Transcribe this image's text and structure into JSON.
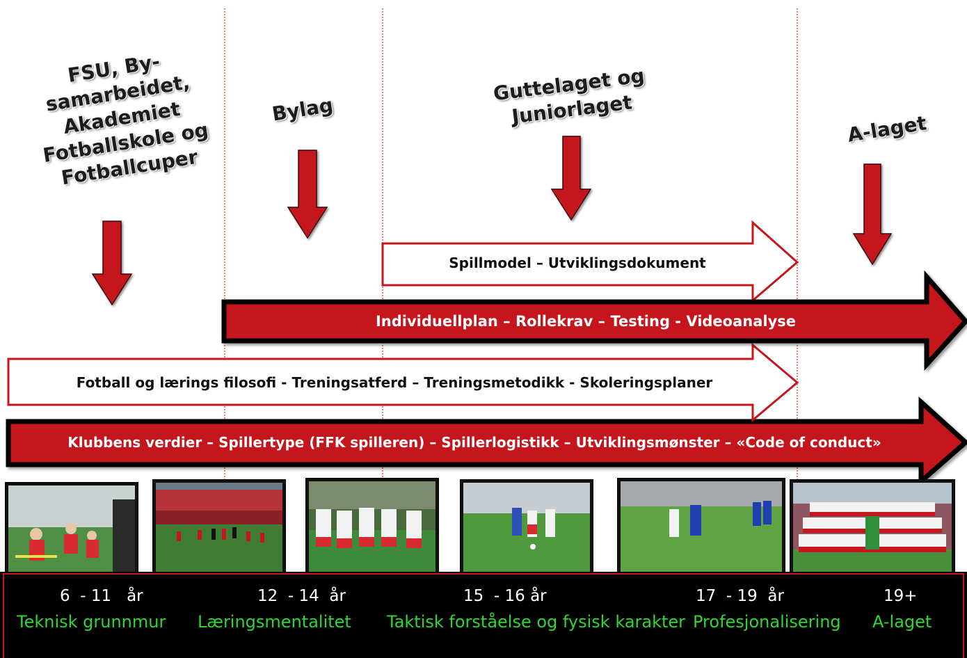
{
  "stages": [
    {
      "title": "FSU, By-\nsamarbeidet,\nAkademiet\nFotballskole og\nFotballcuper"
    },
    {
      "title": "Bylag"
    },
    {
      "title": "Guttelaget og\nJuniorlaget"
    },
    {
      "title": "A-laget"
    }
  ],
  "arrows": {
    "spillmodel": "Spillmodel – Utviklingsdokument",
    "individuell": "Individuellplan – Rollekrav – Testing - Videoanalyse",
    "filosofi": "Fotball og lærings filosofi - Treningsatferd – Treningsmetodikk - Skoleringsplaner",
    "verdier": "Klubbens verdier – Spillertype (FFK spilleren) – Spillerlogistikk – Utviklingsmønster – «Code of conduct»"
  },
  "timeline": [
    {
      "age": "6  - 11   år",
      "focus": "Teknisk grunnmur"
    },
    {
      "age": "12  - 14  år",
      "focus": "Læringsmentalitet"
    },
    {
      "age": "15  - 16 år",
      "focus": "Taktisk forståelse og fysisk karakter"
    },
    {
      "age": "17  - 19  år",
      "focus": "Profesjonalisering"
    },
    {
      "age": "19+",
      "focus": "A-laget"
    }
  ],
  "colors": {
    "accent_red": "#c4161c",
    "focus_green": "#2fd633",
    "divider": "#d0342c"
  }
}
